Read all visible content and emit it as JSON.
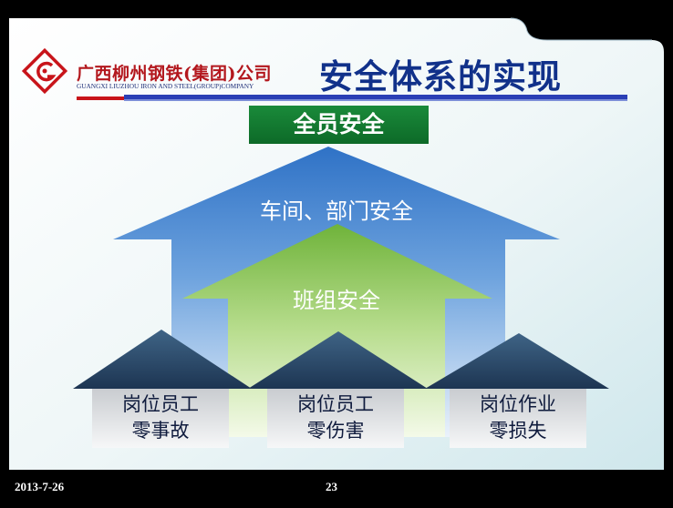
{
  "header": {
    "company_name": "广西柳州钢铁(集团)公司",
    "company_name_en": "GUANGXI LIUZHOU IRON AND STEEL(GROUP)COMPANY",
    "title": "安全体系的实现"
  },
  "logo": {
    "icon": "liuzhou-steel-logo-icon",
    "color": "#c8141a"
  },
  "diagram": {
    "top": "全员安全",
    "workshop": "车间、部门安全",
    "team": "班组安全",
    "posts": [
      {
        "line1": "岗位员工",
        "line2": "零事故"
      },
      {
        "line1": "岗位员工",
        "line2": "零伤害"
      },
      {
        "line1": "岗位作业",
        "line2": "零损失"
      }
    ]
  },
  "colors": {
    "top_box": "#127a2f",
    "workshop_arrow": "#3a7fd0",
    "team_arrow": "#7cc043",
    "post_roof": "#2b4a6a",
    "title": "#11318a",
    "accent_red": "#c8141a"
  },
  "footer": {
    "date": "2013-7-26",
    "page": "23"
  }
}
